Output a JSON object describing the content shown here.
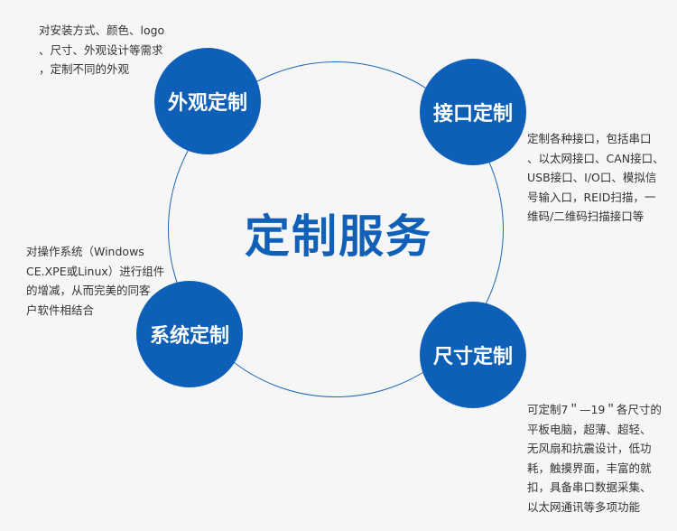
{
  "title": "定制服务",
  "accent_color": "#0d5fb8",
  "nodes": [
    {
      "label": "外观定制",
      "desc": "对安装方式、颜色、logo\n、尺寸、外观设计等需求\n，定制不同的外观"
    },
    {
      "label": "接口定制",
      "desc": "定制各种接口，包括串口\n、以太网接口、CAN接口、\nUSB接口、I/O口、模拟信\n号输入口，REID扫描，一\n维码/二维码扫描接口等"
    },
    {
      "label": "系统定制",
      "desc": "对操作系统（Windows\nCE.XPE或Linux）进行组件\n的增减，从而完美的同客\n户软件相结合"
    },
    {
      "label": "尺寸定制",
      "desc": "可定制7＂—19＂各尺寸的\n平板电脑，超薄、超轻、\n无风扇和抗震设计，低功\n耗，触摸界面，丰富的就\n扣，具备串口数据采集、\n以太网通讯等多项功能"
    }
  ]
}
